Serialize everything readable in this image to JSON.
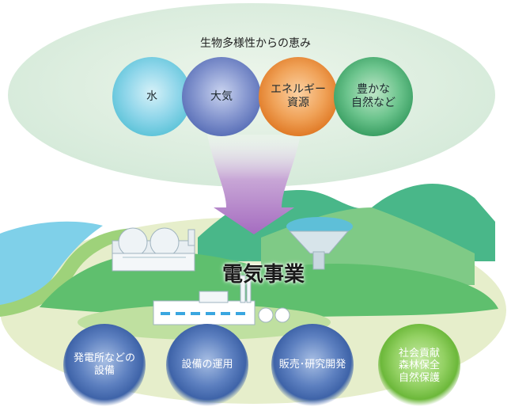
{
  "header": {
    "title": "生物多様性からの恵み"
  },
  "blessings": [
    {
      "label": "水",
      "color": "#5fc4d9"
    },
    {
      "label": "大気",
      "color": "#5a70b8"
    },
    {
      "label": "エネルギー資源",
      "line1": "エネルギー",
      "line2": "資源",
      "color": "#e8822e"
    },
    {
      "label": "豊かな自然など",
      "line1": "豊かな",
      "line2": "自然など",
      "color": "#44b072"
    }
  ],
  "center": {
    "title": "電気事業"
  },
  "activities": [
    {
      "label": "発電所などの設備",
      "line1": "発電所などの",
      "line2": "設備",
      "color": "#3e63a8"
    },
    {
      "label": "設備の運用",
      "color": "#3e63a8"
    },
    {
      "label": "販売･研究開発",
      "color": "#3e63a8"
    },
    {
      "label": "社会貢献森林保全自然保護",
      "line1": "社会貢献",
      "line2": "森林保全",
      "line3": "自然保護",
      "color": "#7cc442"
    }
  ]
}
